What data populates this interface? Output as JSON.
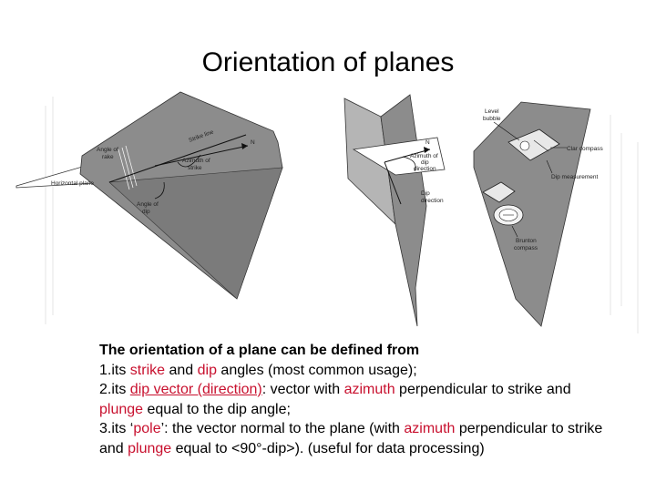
{
  "title": "Orientation of planes",
  "figure_labels": {
    "angle_of_rake": [
      "Angle of",
      "rake"
    ],
    "strike_line": "Strike line",
    "north_left": "N",
    "azimuth_of_strike": [
      "Azimuth of",
      "strike"
    ],
    "horizontal_plane": "Horizontal plane",
    "angle_of_dip": [
      "Angle of",
      "dip"
    ],
    "north_mid": "N",
    "azimuth_of_dip_direction": [
      "Azimuth of",
      "dip",
      "direction"
    ],
    "dip_direction": [
      "Dip",
      "direction"
    ],
    "level_bubble": [
      "Level",
      "bubble"
    ],
    "clar_compass": "Clar compass",
    "dip_measurement": "Dip measurement",
    "brunton_compass": [
      "Brunton",
      "compass"
    ]
  },
  "body": {
    "intro": "The orientation of a plane can be defined from",
    "item1_prefix": "1.its  ",
    "item1_strike": "strike",
    "item1_and": " and ",
    "item1_dip": "dip",
    "item1_suffix": " angles (most common usage);",
    "item2_prefix": "2.its ",
    "item2_term": "dip vector (direction)",
    "item2_mid": ": vector with ",
    "item2_azimuth": "azimuth",
    "item2_mid2": " perpendicular to strike and ",
    "item2_plunge": "plunge",
    "item2_suffix": " equal to the dip angle;",
    "item3_prefix": "3.its ‘",
    "item3_pole": "pole",
    "item3_mid": "’: the vector normal to the plane (with ",
    "item3_azimuth": "azimuth",
    "item3_mid2": " perpendicular to strike and ",
    "item3_plunge": "plunge",
    "item3_suffix": " equal to <90°-dip>). (useful for data processing)"
  },
  "colors": {
    "plane_fill": "#8c8c8c",
    "plane_fill_light": "#b5b5b5",
    "highlight": "#c8102e"
  }
}
